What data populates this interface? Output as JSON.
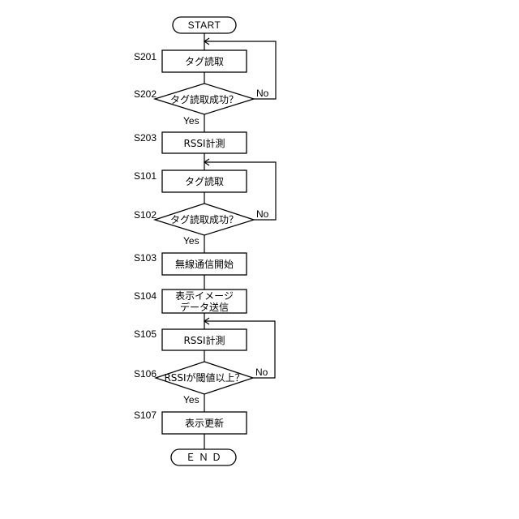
{
  "flowchart": {
    "start": "START",
    "end": "ＥＮＤ",
    "steps": [
      {
        "id": "S201",
        "text": "タグ読取"
      },
      {
        "id": "S202",
        "text": "タグ読取成功？",
        "no": "No",
        "yes": "Yes"
      },
      {
        "id": "S203",
        "text": "RSSI計測"
      },
      {
        "id": "S101",
        "text": "タグ読取"
      },
      {
        "id": "S102",
        "text": "タグ読取成功？",
        "no": "No",
        "yes": "Yes"
      },
      {
        "id": "S103",
        "text": "無線通信開始"
      },
      {
        "id": "S104",
        "text_line1": "表示イメージ",
        "text_line2": "データ送信"
      },
      {
        "id": "S105",
        "text": "RSSI計測"
      },
      {
        "id": "S106",
        "text": "RSSIが閾値以上？",
        "no": "No",
        "yes": "Yes"
      },
      {
        "id": "S107",
        "text": "表示更新"
      }
    ]
  }
}
